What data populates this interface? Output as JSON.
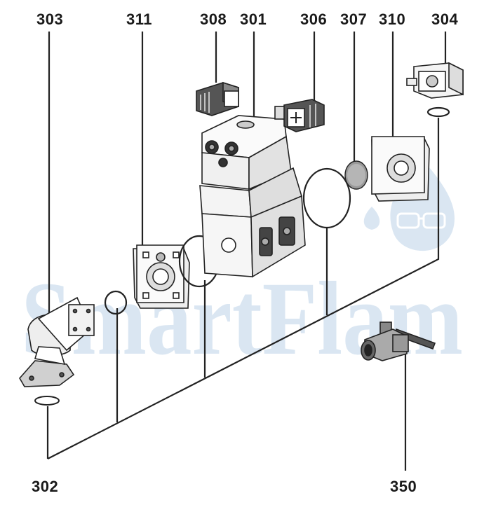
{
  "callouts": {
    "c303": "303",
    "c311": "311",
    "c308": "308",
    "c301": "301",
    "c306": "306",
    "c307": "307",
    "c310": "310",
    "c304": "304",
    "c302": "302",
    "c350": "350"
  },
  "watermark": {
    "text": "SmartFlam",
    "color": "#bcd3e8"
  },
  "colors": {
    "line": "#222222",
    "part_fill": "#ffffff",
    "part_shade": "#d9d9d9",
    "part_dark": "#555555"
  }
}
